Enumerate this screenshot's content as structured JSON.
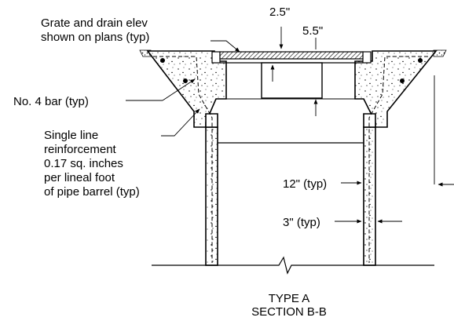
{
  "labels": {
    "grate_line1": "Grate and drain elev",
    "grate_line2": "shown on plans (typ)",
    "dim_2_5": "2.5\"",
    "dim_5_5": "5.5\"",
    "bar": "No. 4 bar (typ)",
    "reinf_line1": "Single line",
    "reinf_line2": "reinforcement",
    "reinf_line3": "0.17 sq. inches",
    "reinf_line4": "per lineal foot",
    "reinf_line5": "of pipe barrel (typ)",
    "dim_12": "12\" (typ)",
    "dim_3": "3\" (typ)"
  },
  "title": {
    "line1": "TYPE A",
    "line2": "SECTION B-B"
  },
  "colors": {
    "ink": "#000000",
    "paper": "#ffffff"
  }
}
